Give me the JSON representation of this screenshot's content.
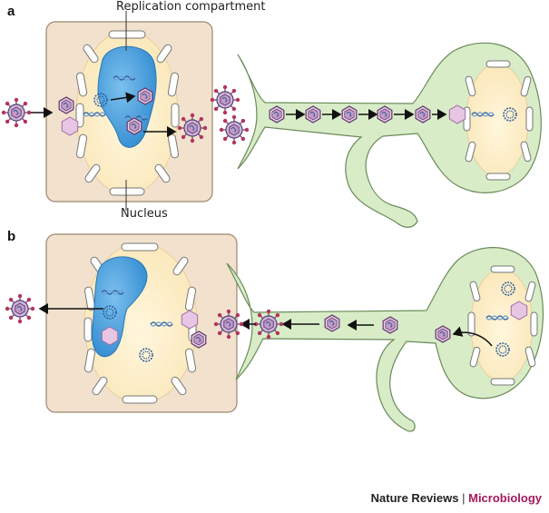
{
  "panels": {
    "a": "a",
    "b": "b"
  },
  "labels": {
    "replication": "Replication compartment",
    "nucleus": "Nucleus"
  },
  "credit": {
    "journal": "Nature Reviews",
    "separator": "|",
    "section": "Microbiology"
  },
  "colors": {
    "cell": "#f2e2cd",
    "cell_stroke": "#9c8770",
    "nucleus": "#fdf1d3",
    "compartment": "#3e9ad8",
    "neuron": "#d8edc7",
    "neuron_stroke": "#6a8a5a",
    "capsid": "#c49bc6",
    "capsid_stroke": "#6a3f72",
    "virion_spike": "#b5335f",
    "credit_section": "#a3195b"
  }
}
